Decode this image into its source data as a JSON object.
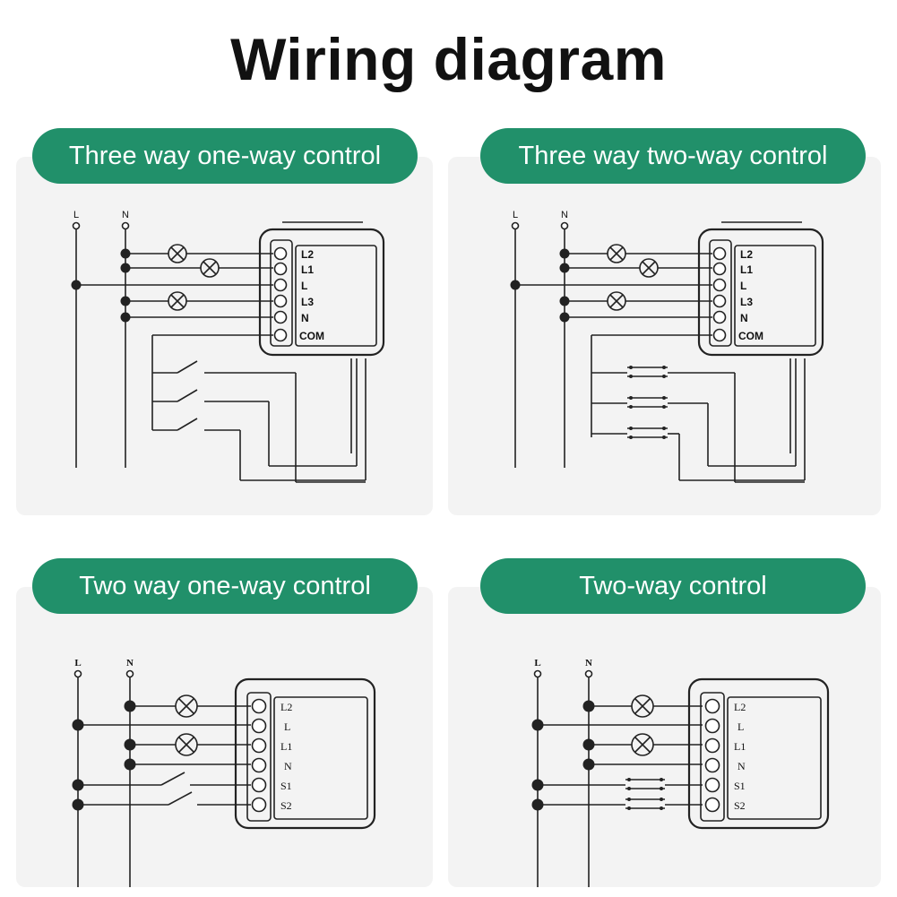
{
  "title": "Wiring diagram",
  "colors": {
    "accent": "#21906a",
    "panel": "#f3f3f3",
    "line": "#222222"
  },
  "panels": [
    {
      "heading": "Three way one-way control",
      "rails": [
        "L",
        "N"
      ],
      "terminals": [
        "L2",
        "L1",
        "L",
        "L3",
        "N",
        "COM"
      ]
    },
    {
      "heading": "Three way two-way control",
      "rails": [
        "L",
        "N"
      ],
      "terminals": [
        "L2",
        "L1",
        "L",
        "L3",
        "N",
        "COM"
      ]
    },
    {
      "heading": "Two way one-way control",
      "rails": [
        "L",
        "N"
      ],
      "terminals": [
        "L2",
        "L",
        "L1",
        "N",
        "S1",
        "S2"
      ]
    },
    {
      "heading": "Two-way control",
      "rails": [
        "L",
        "N"
      ],
      "terminals": [
        "L2",
        "L",
        "L1",
        "N",
        "S1",
        "S2"
      ]
    }
  ]
}
